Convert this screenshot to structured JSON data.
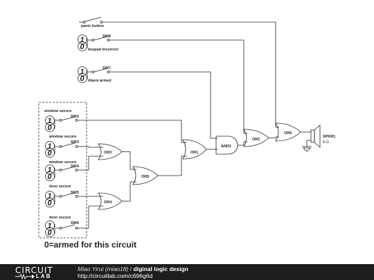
{
  "diagram": {
    "inputs": [
      {
        "id": "panic",
        "type": "pushbutton",
        "label": "panic button"
      },
      {
        "id": "SW8",
        "type": "switch",
        "ref": "SW8",
        "label": "keypad incorrect"
      },
      {
        "id": "SW7",
        "type": "switch",
        "ref": "SW7",
        "label": "Alarm armed"
      },
      {
        "id": "SW2",
        "type": "switch",
        "ref": "SW2",
        "label": "window secure"
      },
      {
        "id": "SW3",
        "type": "switch",
        "ref": "SW3",
        "label": "window secure"
      },
      {
        "id": "SW4",
        "type": "switch",
        "ref": "SW4",
        "label": "window secure"
      },
      {
        "id": "SW5",
        "type": "switch",
        "ref": "SW5",
        "label": "door secure"
      },
      {
        "id": "SW6",
        "type": "switch",
        "ref": "SW6",
        "label": "door secure"
      }
    ],
    "input_values": [
      "1",
      "0"
    ],
    "gates": [
      {
        "id": "OR3",
        "type": "OR",
        "label": "OR3"
      },
      {
        "id": "OR4",
        "type": "OR",
        "label": "OR4"
      },
      {
        "id": "OR5",
        "type": "OR",
        "label": "OR5"
      },
      {
        "id": "OR1",
        "type": "OR",
        "label": "OR1"
      },
      {
        "id": "AND1",
        "type": "AND",
        "label": "AND1"
      },
      {
        "id": "OR2",
        "type": "OR",
        "label": "OR2"
      },
      {
        "id": "OR6",
        "type": "OR",
        "label": "OR6"
      }
    ],
    "output": {
      "ref": "SPKR1",
      "value": "8 Ω"
    },
    "note": "0=armed for this circuit"
  },
  "footer": {
    "logo_top": "CIRCUIT",
    "logo_bottom": "LAB",
    "author": "Miao Yirui (miao18)",
    "separator": "/",
    "title": "diginal logic design",
    "url": "http://circuitlab.com/c696g6d"
  }
}
